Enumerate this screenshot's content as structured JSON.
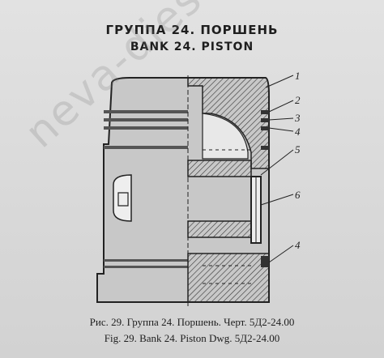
{
  "header": {
    "title_ru": "ГРУППА 24. ПОРШЕНЬ",
    "title_en": "BANK 24. PISTON"
  },
  "figure": {
    "callouts": [
      "1",
      "2",
      "3",
      "4",
      "5",
      "6",
      "4"
    ],
    "caption_ru": "Рис. 29. Группа 24. Поршень. Черт. 5Д2-24.00",
    "caption_en": "Fig. 29. Bank 24. Piston Dwg. 5Д2-24.00"
  },
  "watermark": {
    "text": "neva-diesel.com"
  }
}
